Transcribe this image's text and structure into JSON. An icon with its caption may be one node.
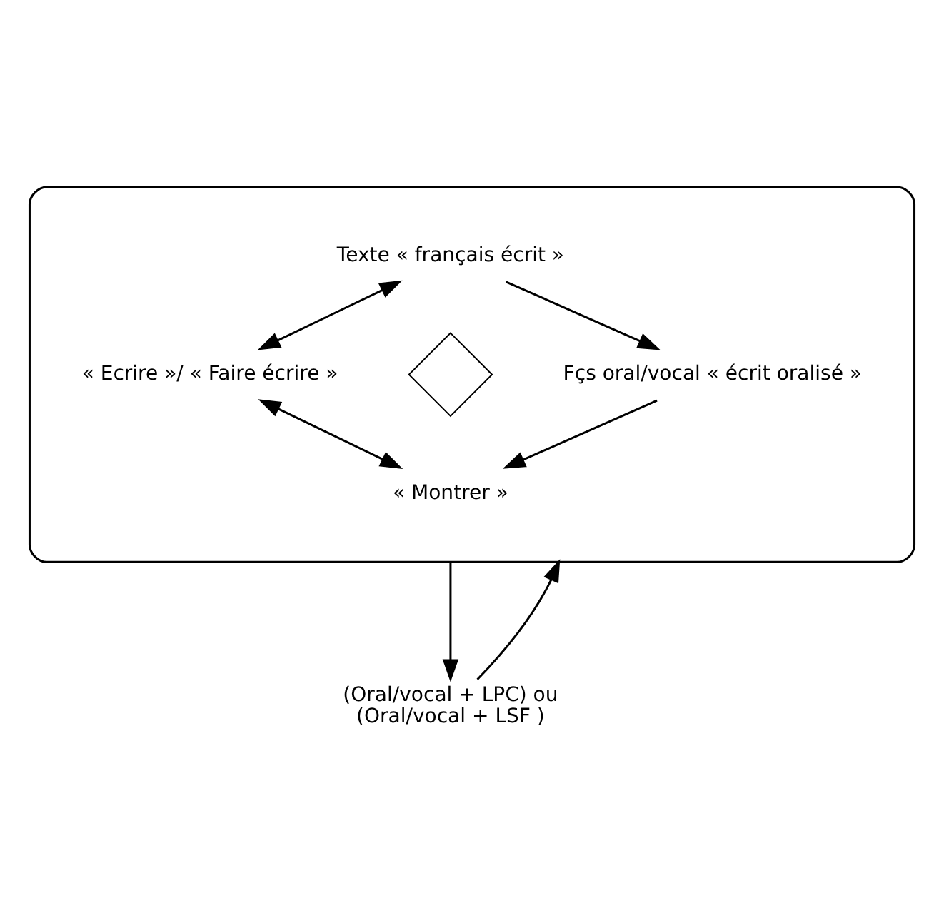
{
  "diagram": {
    "nodes": [
      {
        "text": [],
        "shape": "ellipse"
      },
      {
        "text": [
          "Texte « français écrit »"
        ],
        "in": 0
      },
      {
        "text": [
          "« Ecrire »/ « Faire écrire »"
        ],
        "in": 0
      },
      {
        "text": [],
        "shape": "cross",
        "in": 0
      },
      {
        "text": [
          "Fçs oral/vocal « écrit oralisé »"
        ],
        "in": 0
      },
      {
        "text": [
          "« Montrer »"
        ],
        "in": 0
      },
      {
        "text": [
          "(Oral/vocal + LPC) ou",
          "(Oral/vocal + LSF )"
        ]
      }
    ],
    "edges": [
      {
        "from": 1,
        "to": 4,
        "arrow": "to"
      },
      {
        "from": 4,
        "to": 5,
        "arrow": "to"
      },
      {
        "from": 2,
        "to": 5,
        "arrow": "both"
      },
      {
        "from": 1,
        "to": 2,
        "arrow": "both"
      },
      {
        "from": 0,
        "to": 6,
        "arrow": "to"
      },
      {
        "from": 6,
        "to": 0,
        "arrow": "to"
      }
    ]
  }
}
